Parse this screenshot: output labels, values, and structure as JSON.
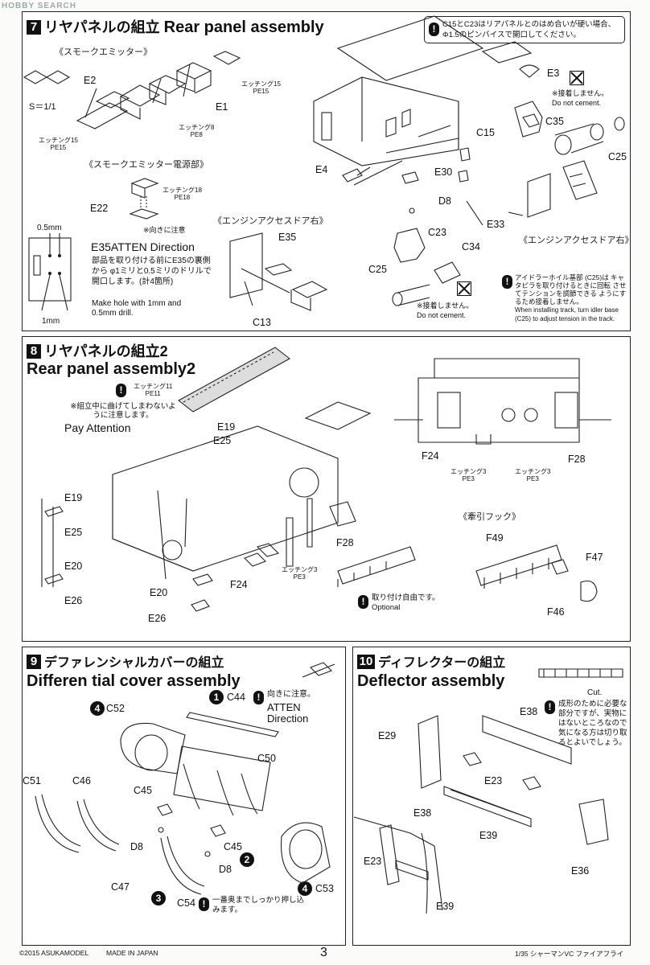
{
  "header": {
    "watermark": "HOBBY SEARCH"
  },
  "step7": {
    "number": "7",
    "title_jp": "リヤパネルの組立",
    "title_en": "Rear panel assembly",
    "note": "C15とC23はリアパネルとのはめ合いが硬い場合、Φ1.5のピンバイスで開口してください。",
    "sub_smoke": "《スモークエミッター》",
    "sub_power": "《スモークエミッター電源部》",
    "sub_door_r": "《エンジンアクセスドア右》",
    "sub_door_r2": "《エンジンアクセスドア右》",
    "scale": "S＝1/1",
    "labels": [
      "E2",
      "E1",
      "E22",
      "E35",
      "C13",
      "E3",
      "C35",
      "C15",
      "C25",
      "E4",
      "E30",
      "D8",
      "E33",
      "C23",
      "C34",
      "C25"
    ],
    "etch15a": "エッチング15",
    "pe15a": "PE15",
    "etch15b": "エッチング15",
    "pe15b": "PE15",
    "etch8": "エッチング8",
    "pe8": "PE8",
    "etch18": "エッチング18",
    "pe18": "PE18",
    "direction_jp": "※向きに注意",
    "mm05": "0.5mm",
    "mm1": "1mm",
    "atten": "E35ATTEN Direction",
    "drill_jp": "部品を取り付ける前にE35の裏側から φ1ミリと0.5ミリのドリルで開口します。(計4箇所)",
    "drill_en": "Make hole with 1mm and 0.5mm drill.",
    "nocement_jp1": "※接着しません。",
    "nocement_en1": "Do not cement.",
    "nocement_jp2": "※接着しません。",
    "nocement_en2": "Do not cement.",
    "idler_jp": "アイドラーホイル基部 (C25)は キャタピラを取り付けるときに回転 させてテンションを調節できる ようにするため接着しません。",
    "idler_en": "When installing track, turn idler base (C25) to adjust tension in the track."
  },
  "step8": {
    "number": "8",
    "title_jp": "リヤパネルの組立2",
    "title_en": "Rear panel assembly2",
    "etch11": "エッチング11",
    "pe11": "PE11",
    "bend_jp": "※組立中に曲げてしまわないように注意します。",
    "pay_attention": "Pay Attention",
    "labels": [
      "E19",
      "E25",
      "E19",
      "E25",
      "E20",
      "E26",
      "F28",
      "F24",
      "E20",
      "E26",
      "F24",
      "F28",
      "F49",
      "F47",
      "F46"
    ],
    "etch3a": "エッチング3",
    "pe3a": "PE3",
    "etch3b": "エッチング3",
    "pe3b": "PE3",
    "etch3c": "エッチング3",
    "pe3c": "PE3",
    "tow_hook": "《牽引フック》",
    "optional_jp": "取り付け自由です。",
    "optional_en": "Optional"
  },
  "step9": {
    "number": "9",
    "title_jp": "デファレンシャルカバーの組立",
    "title_en": "Differen tial cover assembly",
    "labels": [
      "C52",
      "C44",
      "C50",
      "C51",
      "C46",
      "C45",
      "D8",
      "C45",
      "D8",
      "C47",
      "C54",
      "C53"
    ],
    "direction_jp": "向きに注意。",
    "atten": "ATTEN",
    "direction": "Direction",
    "push_jp": "一番奥までしっかり押し込みます。",
    "nums": [
      "4",
      "1",
      "2",
      "3",
      "4"
    ]
  },
  "step10": {
    "number": "10",
    "title_jp": "ディフレクターの組立",
    "title_en": "Deflector assembly",
    "cut": "Cut.",
    "cut_jp": "成形のために必要な部分ですが、実物にはないところなので気になる方は切り取るとよいでしょう。",
    "labels": [
      "E38",
      "E29",
      "E23",
      "E39",
      "E36",
      "E38",
      "E23",
      "E39"
    ]
  },
  "footer": {
    "copyright": "©2015 ASUKAMODEL",
    "made": "MADE IN JAPAN",
    "page": "3",
    "product": "1/35 シャーマンVC ファイアフライ"
  }
}
